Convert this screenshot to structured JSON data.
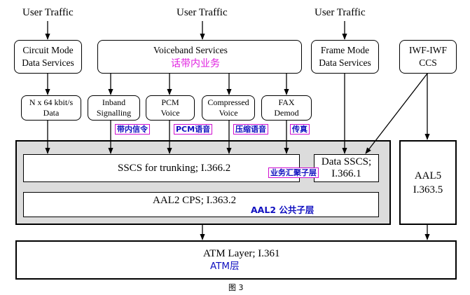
{
  "traffic": {
    "left": "User Traffic",
    "middle": "User Traffic",
    "right": "User Traffic"
  },
  "services": {
    "circuit_mode": [
      "Circuit Mode",
      "Data Services"
    ],
    "voiceband": "Voiceband Services",
    "voiceband_cn": "话带内业务",
    "frame_mode": [
      "Frame Mode",
      "Data Services"
    ],
    "iwf": [
      "IWF-IWF",
      "CCS"
    ]
  },
  "sub_services": {
    "nx64": [
      "N x 64 kbit/s",
      "Data"
    ],
    "inband": [
      "Inband",
      "Signalling"
    ],
    "pcm": [
      "PCM",
      "Voice"
    ],
    "compressed": [
      "Compressed",
      "Voice"
    ],
    "fax": [
      "FAX",
      "Demod"
    ]
  },
  "tags": {
    "inband": "带内信令",
    "pcm": "PCM语音",
    "compressed": "压缩语音",
    "fax": "传真",
    "sscs": "业务汇聚子层"
  },
  "layers": {
    "sscs_trunking": "SSCS for trunking; I.366.2",
    "data_sscs": [
      "Data SSCS;",
      "I.366.1"
    ],
    "aal2_cps": "AAL2 CPS;  I.363.2",
    "aal2_cn": "AAL2 公共子层",
    "aal5": [
      "AAL5",
      "I.363.5"
    ],
    "atm_layer": "ATM Layer; I.361",
    "atm_cn": "ATM层"
  },
  "caption": "图 3",
  "colors": {
    "chinese_text": "#e020e0",
    "blue_text": "#1010c0",
    "tag_border": "#d010d0",
    "group_fill": "#dcdcdc"
  }
}
